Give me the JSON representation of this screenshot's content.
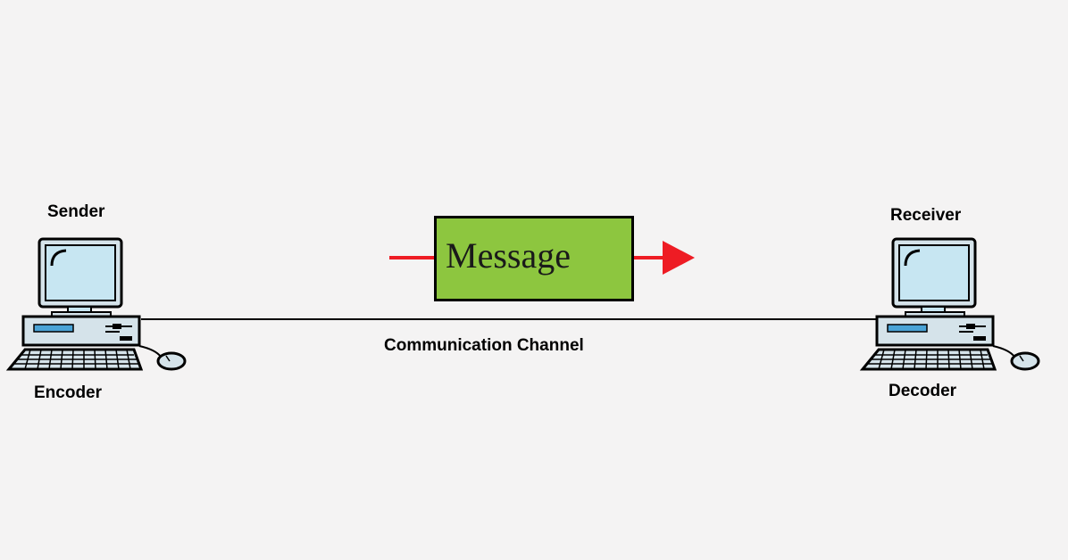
{
  "sender": {
    "title": "Sender",
    "role": "Encoder"
  },
  "receiver": {
    "title": "Receiver",
    "role": "Decoder"
  },
  "message": {
    "label": "Message"
  },
  "channel": {
    "label": "Communication Channel"
  },
  "colors": {
    "background": "#f4f3f3",
    "message_fill": "#8dc63f",
    "arrow": "#ee1c24",
    "screen": "#c7e6f2",
    "computer_body": "#d5e3ea"
  },
  "icons": [
    "desktop-computer-icon",
    "keyboard-icon",
    "mouse-icon",
    "arrow-right-icon"
  ]
}
